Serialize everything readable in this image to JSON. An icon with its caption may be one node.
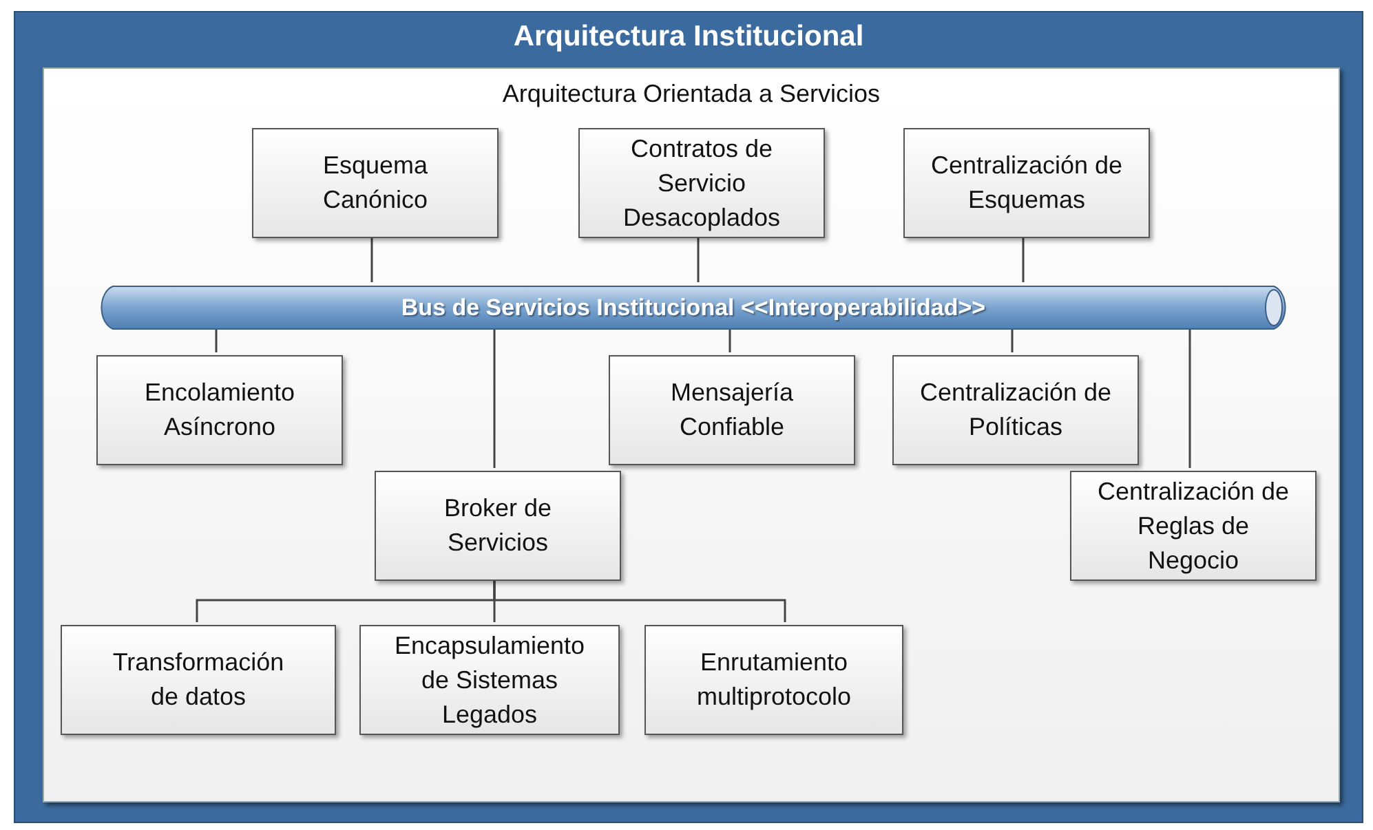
{
  "diagram": {
    "nodes": [
      {
        "text": [
          "Arquitectura Institucional"
        ]
      },
      {
        "text": [
          "Arquitectura Orientada a Servicios"
        ],
        "in": 0
      },
      {
        "text": [
          "Esquema Canónico"
        ],
        "in": 1
      },
      {
        "text": [
          "Contratos de Servicio Desacoplados"
        ],
        "in": 1
      },
      {
        "text": [
          "Centralización de Esquemas"
        ],
        "in": 1
      },
      {
        "text": [
          "Bus de Servicios Institucional <<Interoperabilidad>>"
        ],
        "in": 1
      },
      {
        "text": [
          "Encolamiento Asíncrono"
        ],
        "in": 1
      },
      {
        "text": [
          "Mensajería Confiable"
        ],
        "in": 1
      },
      {
        "text": [
          "Centralización de Políticas"
        ],
        "in": 1
      },
      {
        "text": [
          "Broker de Servicios"
        ],
        "in": 1
      },
      {
        "text": [
          "Centralización de Reglas de Negocio"
        ],
        "in": 1
      },
      {
        "text": [
          "Transformación de datos"
        ],
        "in": 1
      },
      {
        "text": [
          "Encapsulamiento de Sistemas Legados"
        ],
        "in": 1
      },
      {
        "text": [
          "Enrutamiento multiprotocolo"
        ],
        "in": 1
      }
    ],
    "edges": [
      {
        "from": 2,
        "to": 5,
        "arrow": "none"
      },
      {
        "from": 3,
        "to": 5,
        "arrow": "none"
      },
      {
        "from": 4,
        "to": 5,
        "arrow": "none"
      },
      {
        "from": 5,
        "to": 6,
        "arrow": "none"
      },
      {
        "from": 5,
        "to": 9,
        "arrow": "none"
      },
      {
        "from": 5,
        "to": 7,
        "arrow": "none"
      },
      {
        "from": 5,
        "to": 8,
        "arrow": "none"
      },
      {
        "from": 5,
        "to": 10,
        "arrow": "none"
      },
      {
        "from": 9,
        "to": 11,
        "arrow": "none"
      },
      {
        "from": 9,
        "to": 12,
        "arrow": "none"
      },
      {
        "from": 9,
        "to": 13,
        "arrow": "none"
      }
    ]
  }
}
